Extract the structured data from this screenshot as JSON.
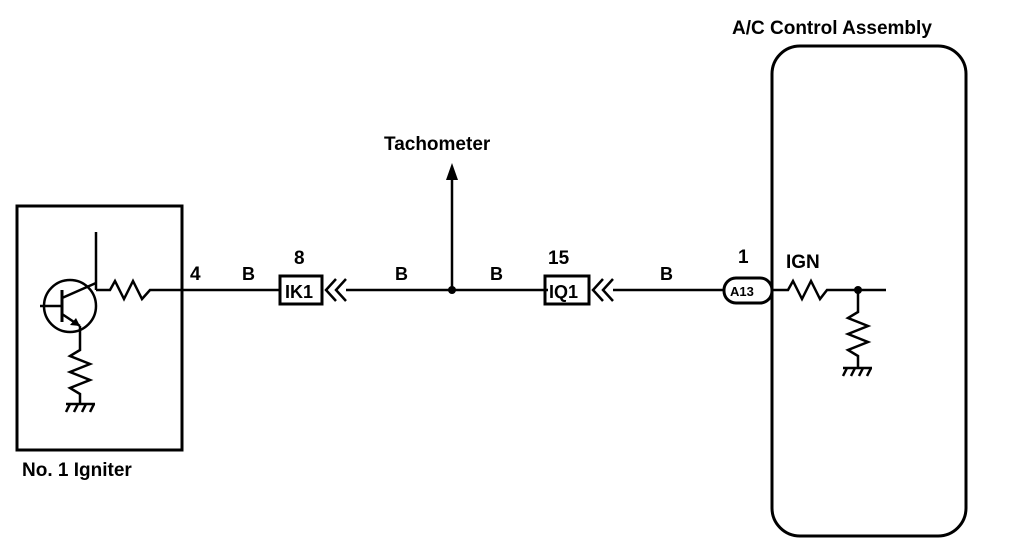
{
  "components": {
    "igniter": {
      "label": "No. 1 Igniter",
      "pin": "4"
    },
    "ac_control": {
      "label": "A/C Control Assembly",
      "pin": "1",
      "terminal": "IGN",
      "connector": "A13"
    },
    "tachometer": {
      "label": "Tachometer"
    }
  },
  "wires": {
    "w1": "B",
    "w2": "B",
    "w3": "B",
    "w4": "B"
  },
  "connectors": {
    "ik1": {
      "label": "IK1",
      "pin": "8"
    },
    "iq1": {
      "label": "IQ1",
      "pin": "15"
    }
  },
  "colors": {
    "line": "#000000",
    "background": "#ffffff"
  }
}
